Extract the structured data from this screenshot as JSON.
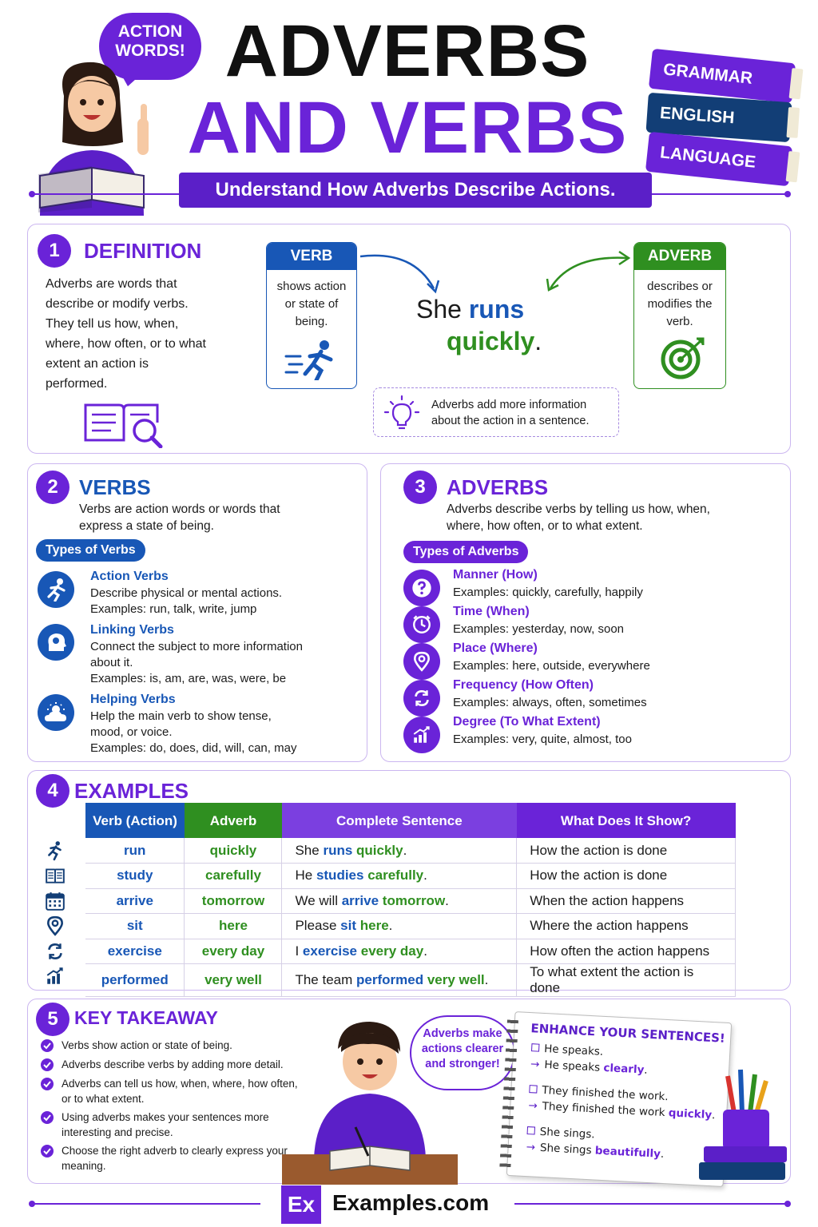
{
  "header": {
    "bubble": "ACTION WORDS!",
    "title_line1": "ADVERBS",
    "title_line2": "AND VERBS",
    "subtitle": "Understand How Adverbs Describe Actions.",
    "books": [
      "GRAMMAR",
      "ENGLISH",
      "LANGUAGE"
    ]
  },
  "definition": {
    "number": "1",
    "heading": "DEFINITION",
    "text": "Adverbs are words that describe or modify verbs. They tell us how, when, where, how often, or to what extent an action is performed.",
    "verb_box": {
      "label": "VERB",
      "text": "shows action or state of being."
    },
    "adverb_box": {
      "label": "ADVERB",
      "text": "describes or modifies the verb."
    },
    "sentence_start": "She ",
    "sentence_verb": "runs",
    "sentence_adverb": "quickly",
    "sentence_end": ".",
    "tip": "Adverbs add more information about the action in a sentence."
  },
  "verbs": {
    "number": "2",
    "heading": "VERBS",
    "intro": "Verbs are action words or words that express a state of being.",
    "types_label": "Types of Verbs",
    "types": [
      {
        "title": "Action Verbs",
        "desc": "Describe physical or mental actions.",
        "examples": "Examples: run, talk, write, jump",
        "icon": "running-person-icon"
      },
      {
        "title": "Linking Verbs",
        "desc": "Connect the subject to more information about it.",
        "examples": "Examples: is, am, are, was, were, be",
        "icon": "head-gear-icon"
      },
      {
        "title": "Helping Verbs",
        "desc": "Help the main verb to show tense, mood, or voice.",
        "examples": "Examples: do, does, did, will, can, may",
        "icon": "sun-cloud-icon"
      }
    ]
  },
  "adverbs": {
    "number": "3",
    "heading": "ADVERBS",
    "intro": "Adverbs describe verbs by telling us how, when, where, how often, or to what extent.",
    "types_label": "Types of Adverbs",
    "types": [
      {
        "title": "Manner (How)",
        "examples": "Examples: quickly, carefully, happily",
        "icon": "question-icon"
      },
      {
        "title": "Time (When)",
        "examples": "Examples: yesterday, now, soon",
        "icon": "clock-icon"
      },
      {
        "title": "Place (Where)",
        "examples": "Examples: here, outside, everywhere",
        "icon": "location-pin-icon"
      },
      {
        "title": "Frequency (How Often)",
        "examples": "Examples: always, often, sometimes",
        "icon": "repeat-icon"
      },
      {
        "title": "Degree (To What Extent)",
        "examples": "Examples: very, quite, almost, too",
        "icon": "bar-chart-icon"
      }
    ]
  },
  "examples": {
    "number": "4",
    "heading": "EXAMPLES",
    "columns": [
      "Verb (Action)",
      "Adverb",
      "Complete Sentence",
      "What Does It Show?"
    ],
    "rows": [
      {
        "verb": "run",
        "adverb": "quickly",
        "s_pre": "She ",
        "s_verb": "runs",
        "s_mid": " ",
        "s_adv": "quickly",
        "s_post": ".",
        "shows": "How the action is done",
        "icon": "running-person-icon"
      },
      {
        "verb": "study",
        "adverb": "carefully",
        "s_pre": "He ",
        "s_verb": "studies",
        "s_mid": " ",
        "s_adv": "carefully",
        "s_post": ".",
        "shows": "How the action is done",
        "icon": "book-icon"
      },
      {
        "verb": "arrive",
        "adverb": "tomorrow",
        "s_pre": "We will ",
        "s_verb": "arrive",
        "s_mid": " ",
        "s_adv": "tomorrow",
        "s_post": ".",
        "shows": "When the action happens",
        "icon": "calendar-icon"
      },
      {
        "verb": "sit",
        "adverb": "here",
        "s_pre": "Please ",
        "s_verb": "sit",
        "s_mid": " ",
        "s_adv": "here",
        "s_post": ".",
        "shows": "Where the action happens",
        "icon": "location-pin-icon"
      },
      {
        "verb": "exercise",
        "adverb": "every day",
        "s_pre": "I ",
        "s_verb": "exercise",
        "s_mid": " ",
        "s_adv": "every day",
        "s_post": ".",
        "shows": "How often the action happens",
        "icon": "repeat-icon"
      },
      {
        "verb": "performed",
        "adverb": "very well",
        "s_pre": "The team ",
        "s_verb": "performed",
        "s_mid": " ",
        "s_adv": "very well",
        "s_post": ".",
        "shows": "To what extent the action is done",
        "icon": "bar-chart-icon"
      }
    ]
  },
  "takeaway": {
    "number": "5",
    "heading": "KEY TAKEAWAY",
    "items": [
      "Verbs show action or state of being.",
      "Adverbs describe verbs by adding more detail.",
      "Adverbs can tell us how, when, where, how often, or to what extent.",
      "Using adverbs makes your sentences more interesting and precise.",
      "Choose the right adverb to clearly express your meaning."
    ],
    "bubble": "Adverbs make actions clearer and stronger!",
    "notebook_title": "ENHANCE YOUR SENTENCES!",
    "notebook_pairs": [
      {
        "plain": "He speaks.",
        "pre": "He speaks ",
        "adv": "clearly",
        "post": "."
      },
      {
        "plain": "They finished the work.",
        "pre": "They finished the work ",
        "adv": "quickly",
        "post": "."
      },
      {
        "plain": "She sings.",
        "pre": "She sings ",
        "adv": "beautifully",
        "post": "."
      }
    ]
  },
  "footer": {
    "logo": "Ex",
    "site": "Examples.com"
  }
}
